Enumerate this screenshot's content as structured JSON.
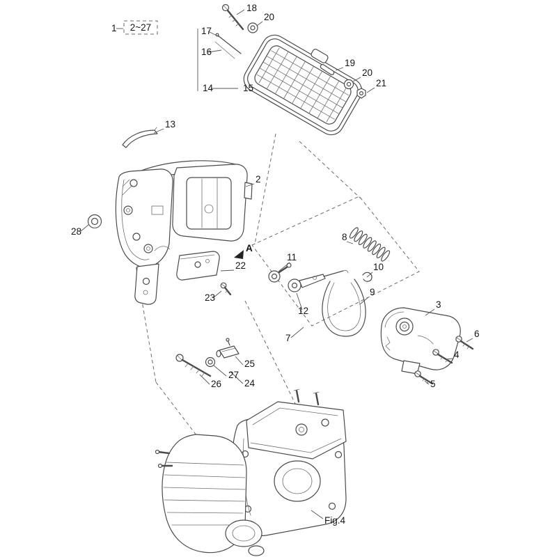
{
  "page": {
    "background": "#ffffff",
    "line_color": "#4a4a4a",
    "label_color": "#161616"
  },
  "figure": {
    "caption": "Fig.4",
    "section_marker": "A",
    "assembly_callout": {
      "item": "1",
      "range": "2~27"
    }
  },
  "callouts": [
    {
      "label": "18"
    },
    {
      "label": "20"
    },
    {
      "label": "17"
    },
    {
      "label": "16"
    },
    {
      "label": "14"
    },
    {
      "label": "15"
    },
    {
      "label": "19"
    },
    {
      "label": "20"
    },
    {
      "label": "21"
    },
    {
      "label": "13"
    },
    {
      "label": "2"
    },
    {
      "label": "28"
    },
    {
      "label": "8"
    },
    {
      "label": "11"
    },
    {
      "label": "10"
    },
    {
      "label": "22"
    },
    {
      "label": "23"
    },
    {
      "label": "12"
    },
    {
      "label": "9"
    },
    {
      "label": "7"
    },
    {
      "label": "3"
    },
    {
      "label": "6"
    },
    {
      "label": "4"
    },
    {
      "label": "5"
    },
    {
      "label": "25"
    },
    {
      "label": "27"
    },
    {
      "label": "26"
    },
    {
      "label": "24"
    }
  ]
}
